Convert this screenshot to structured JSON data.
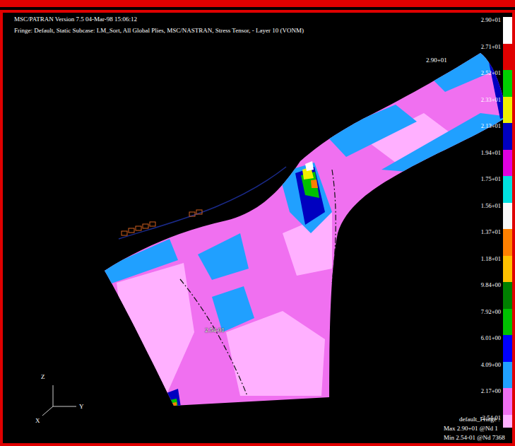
{
  "diagram": {
    "labels": [
      "MSC/PATRAN Version 7.5 04-Mar-98 15:06:12",
      "Fringe: Default, Static Subcase: LM_Sort, All Global Plies, MSC/NASTRAN, Stress Tensor, - Layer 10 (VONM)",
      "2.90+01",
      "2.54-01",
      "Z",
      "Y",
      "X",
      "default_Fringe :",
      "Max 2.90+01 @Nd 1",
      "Min 2.54-01 @Nd 7368"
    ],
    "legend": [
      {
        "text": "2.90+01",
        "color": "#ffffff"
      },
      {
        "text": "2.71+01",
        "color": "#e00000"
      },
      {
        "text": "2.52+01",
        "color": "#00d000"
      },
      {
        "text": "2.33+01",
        "color": "#f0f000"
      },
      {
        "text": "2.13+01",
        "color": "#0000c0"
      },
      {
        "text": "1.94+01",
        "color": "#e000e0"
      },
      {
        "text": "1.75+01",
        "color": "#00e0e0"
      },
      {
        "text": "1.56+01",
        "color": "#f8f8f8"
      },
      {
        "text": "1.37+01",
        "color": "#ff8000"
      },
      {
        "text": "1.18+01",
        "color": "#ffc000"
      },
      {
        "text": "9.84+00",
        "color": "#008000"
      },
      {
        "text": "7.92+00",
        "color": "#00c000"
      },
      {
        "text": "6.01+00",
        "color": "#0000ff"
      },
      {
        "text": "4.09+00",
        "color": "#20a0ff"
      },
      {
        "text": "2.17+00",
        "color": "#f070f0"
      },
      {
        "text": "2.54-01",
        "color": "#ffb0ff"
      }
    ]
  }
}
